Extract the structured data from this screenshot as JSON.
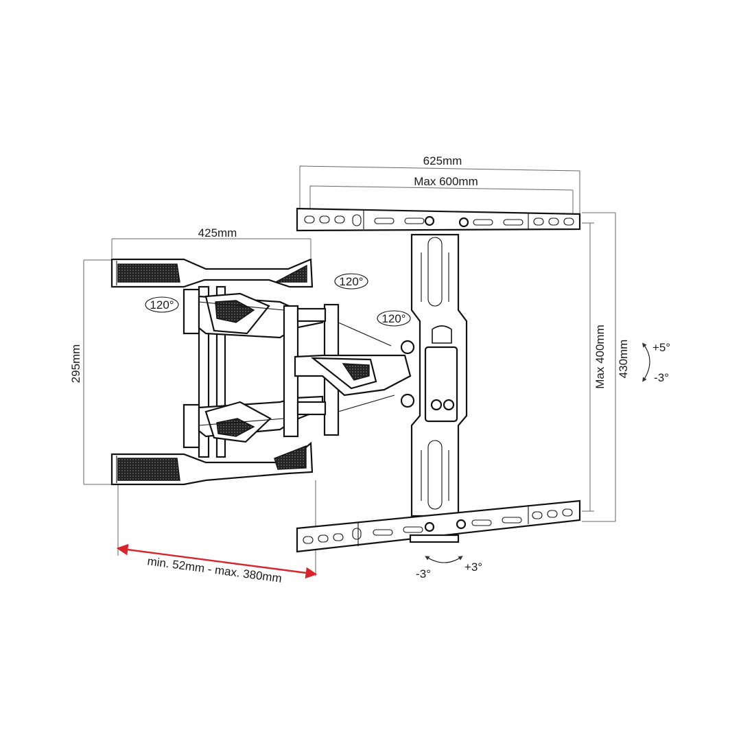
{
  "diagram": {
    "dimensions": {
      "top_width": "625mm",
      "max_width": "Max 600mm",
      "wall_plate_width": "425mm",
      "wall_plate_height": "295mm",
      "max_height": "Max 400mm",
      "overall_height": "430mm",
      "extension": "min. 52mm - max. 380mm"
    },
    "rotations": {
      "swivel_1": "120°",
      "swivel_2": "120°",
      "swivel_3": "120°",
      "tilt_up": "+5°",
      "tilt_down": "-3°",
      "level_left": "-3°",
      "level_right": "+3°"
    },
    "colors": {
      "line": "#111111",
      "dimension": "#666666",
      "extension_arrow": "#d9232d"
    }
  }
}
